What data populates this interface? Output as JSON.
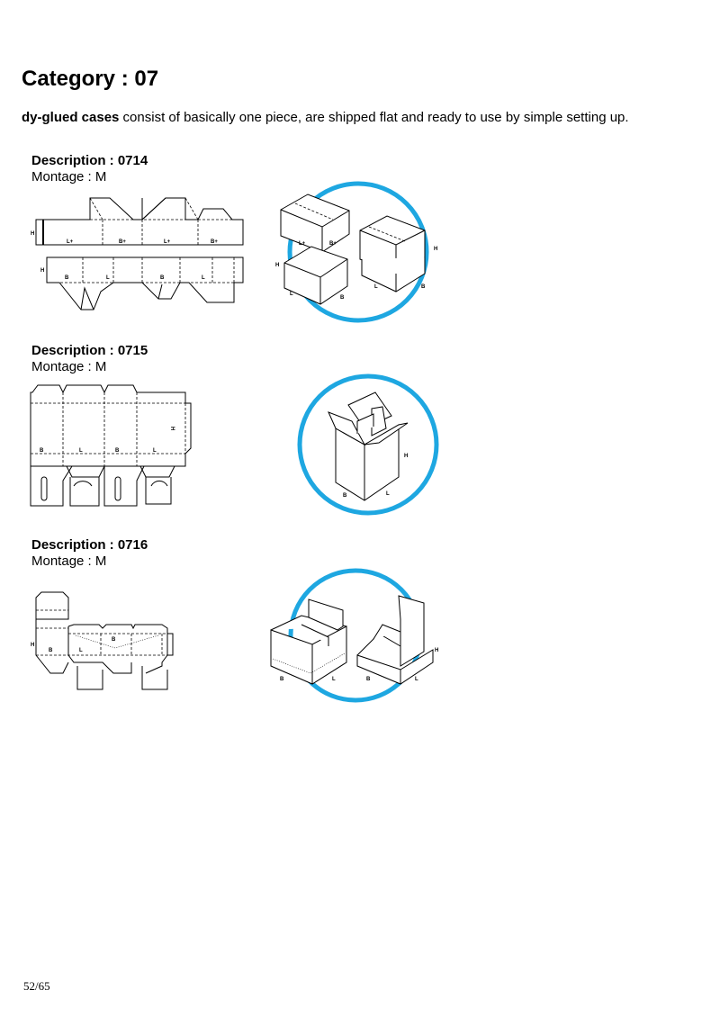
{
  "page": {
    "title": "Category : 07",
    "intro_bold": "dy-glued cases",
    "intro_rest": " consist of basically one piece, are shipped flat and ready to use by simple setting up.",
    "page_number": "52/65"
  },
  "accent_color": "#1ea7e1",
  "sections": [
    {
      "description": "Description : 0714",
      "montage": "Montage : M",
      "flat_labels": [
        "H",
        "L+",
        "B+",
        "L+",
        "B+",
        "H",
        "B",
        "L",
        "B",
        "L"
      ],
      "box_labels": [
        "L+",
        "B+",
        "H",
        "L",
        "B",
        "H",
        "L",
        "B"
      ]
    },
    {
      "description": "Description : 0715",
      "montage": "Montage : M",
      "flat_labels": [
        "H",
        "B",
        "L",
        "B",
        "L"
      ],
      "box_labels": [
        "H",
        "B",
        "L"
      ]
    },
    {
      "description": "Description : 0716",
      "montage": "Montage : M",
      "flat_labels": [
        "H",
        "B",
        "L",
        "B"
      ],
      "box_labels": [
        "H",
        "B",
        "L",
        "B",
        "L"
      ]
    }
  ]
}
